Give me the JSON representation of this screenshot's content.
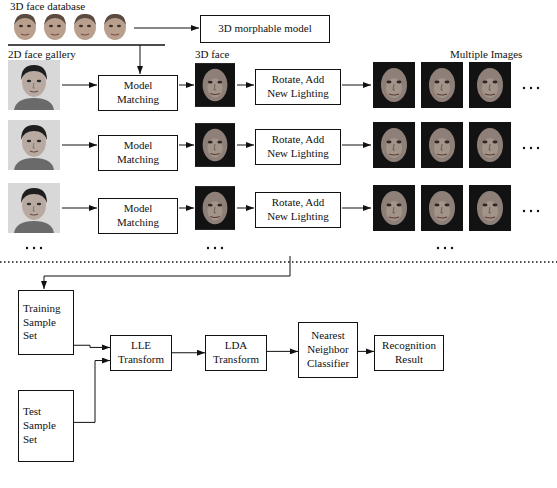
{
  "diagram": {
    "nodes": [
      {
        "text": [
          "3D morphable model"
        ]
      },
      {
        "text": [
          "Model Matching"
        ]
      },
      {
        "text": [
          "Rotate, Add New Lighting"
        ]
      },
      {
        "text": [
          "Model Matching"
        ]
      },
      {
        "text": [
          "Rotate, Add New Lighting"
        ]
      },
      {
        "text": [
          "Model Matching"
        ]
      },
      {
        "text": [
          "Rotate, Add New Lighting"
        ]
      },
      {
        "text": [
          "Training Sample Set"
        ]
      },
      {
        "text": [
          "Test Sample Set"
        ]
      },
      {
        "text": [
          "LLE Transform"
        ]
      },
      {
        "text": [
          "LDA Transform"
        ]
      },
      {
        "text": [
          "Nearest Neighbor Classifier"
        ]
      },
      {
        "text": [
          "Recognition Result"
        ]
      }
    ],
    "edges": [
      {
        "from": 7,
        "to": 9,
        "arrow": "to"
      },
      {
        "from": 8,
        "to": 9,
        "arrow": "to"
      },
      {
        "from": 9,
        "to": 10,
        "arrow": "to"
      },
      {
        "from": 10,
        "to": 11,
        "arrow": "to"
      },
      {
        "from": 11,
        "to": 12,
        "arrow": "to"
      }
    ],
    "labels": [
      "3D face database",
      "2D face gallery",
      "3D face",
      "Multiple Images"
    ]
  }
}
